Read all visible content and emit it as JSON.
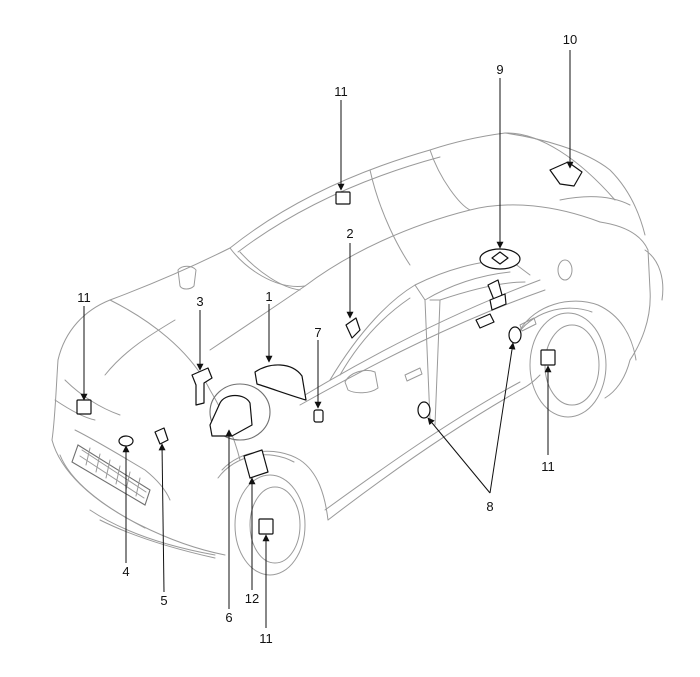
{
  "diagram": {
    "callouts": [
      {
        "id": "c1",
        "label": "1"
      },
      {
        "id": "c2",
        "label": "2"
      },
      {
        "id": "c3",
        "label": "3"
      },
      {
        "id": "c4",
        "label": "4"
      },
      {
        "id": "c5",
        "label": "5"
      },
      {
        "id": "c6",
        "label": "6"
      },
      {
        "id": "c7",
        "label": "7"
      },
      {
        "id": "c8",
        "label": "8"
      },
      {
        "id": "c9",
        "label": "9"
      },
      {
        "id": "c10",
        "label": "10"
      },
      {
        "id": "c11a",
        "label": "11"
      },
      {
        "id": "c11b",
        "label": "11"
      },
      {
        "id": "c11c",
        "label": "11"
      },
      {
        "id": "c11d",
        "label": "11"
      },
      {
        "id": "c12",
        "label": "12"
      }
    ]
  }
}
